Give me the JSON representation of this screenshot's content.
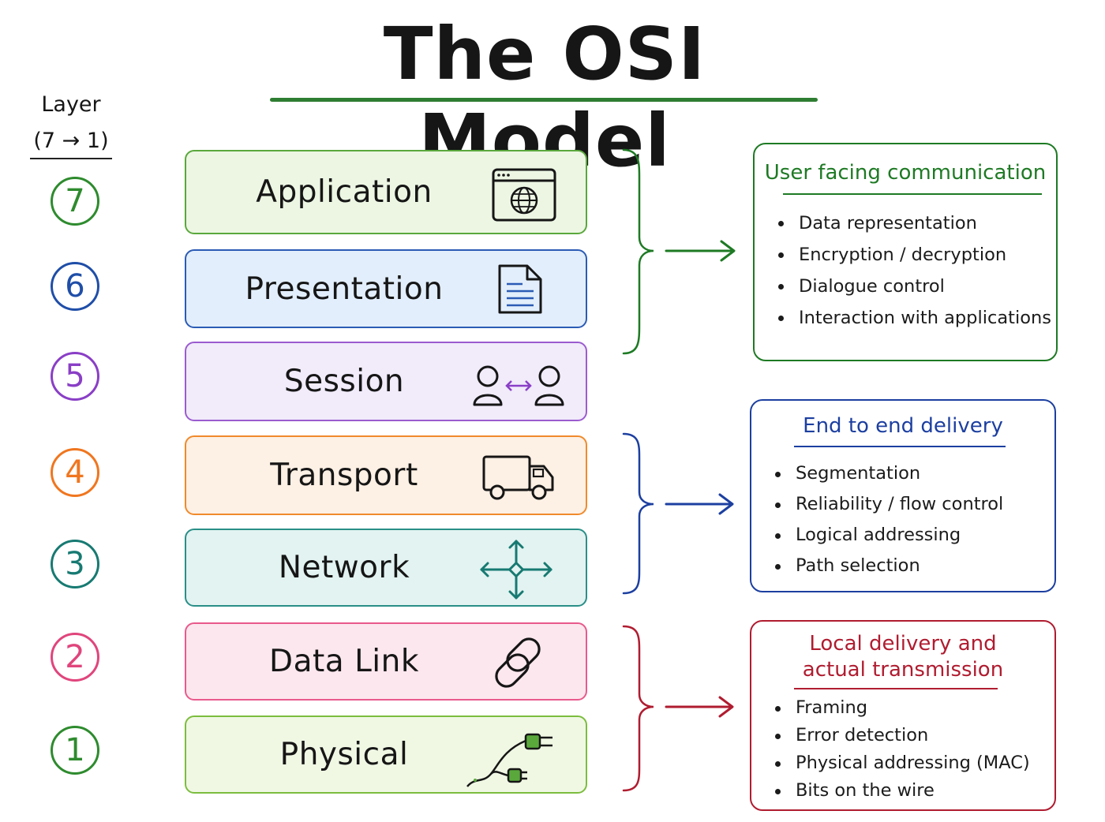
{
  "title": "The OSI Model",
  "layer_header": {
    "line1": "Layer",
    "line2": "(7 → 1)"
  },
  "layers": [
    {
      "num": "7",
      "name": "Application",
      "icon": "browser-globe-icon"
    },
    {
      "num": "6",
      "name": "Presentation",
      "icon": "document-icon"
    },
    {
      "num": "5",
      "name": "Session",
      "icon": "two-users-arrow-icon"
    },
    {
      "num": "4",
      "name": "Transport",
      "icon": "truck-icon"
    },
    {
      "num": "3",
      "name": "Network",
      "icon": "four-way-arrows-icon"
    },
    {
      "num": "2",
      "name": "Data Link",
      "icon": "chain-link-icon"
    },
    {
      "num": "1",
      "name": "Physical",
      "icon": "plug-cable-icon"
    }
  ],
  "groups": [
    {
      "title_lines": [
        "User facing communication"
      ],
      "items": [
        "Data representation",
        "Encryption / decryption",
        "Dialogue control",
        "Interaction with applications"
      ]
    },
    {
      "title_lines": [
        "End to end delivery"
      ],
      "items": [
        "Segmentation",
        "Reliability / flow control",
        "Logical addressing",
        "Path selection"
      ]
    },
    {
      "title_lines": [
        "Local delivery and",
        "actual transmission"
      ],
      "items": [
        "Framing",
        "Error detection",
        "Physical addressing (MAC)",
        "Bits on the wire"
      ]
    }
  ],
  "colors": {
    "title_underline": "#2e7d32",
    "application": {
      "stroke": "#5aa83c",
      "fill": "#ecf6e3",
      "circle": "#2e8b2e"
    },
    "presentation": {
      "stroke": "#2b5bb5",
      "fill": "#e2eefb",
      "circle": "#1f4ea8"
    },
    "session": {
      "stroke": "#9b5ccf",
      "fill": "#f1ebfa",
      "circle": "#8a3fc6"
    },
    "transport": {
      "stroke": "#f08a2c",
      "fill": "#fdf0e4",
      "circle": "#f0761f"
    },
    "network": {
      "stroke": "#2a8f88",
      "fill": "#e2f3f1",
      "circle": "#177a72"
    },
    "datalink": {
      "stroke": "#e85a8c",
      "fill": "#fde7ee",
      "circle": "#e0457c"
    },
    "physical": {
      "stroke": "#7cbd3e",
      "fill": "#f0f8e4",
      "circle": "#2e8b2e"
    },
    "group_green": "#1e7a24",
    "group_blue": "#1c3fa0",
    "group_red": "#b01c30"
  }
}
